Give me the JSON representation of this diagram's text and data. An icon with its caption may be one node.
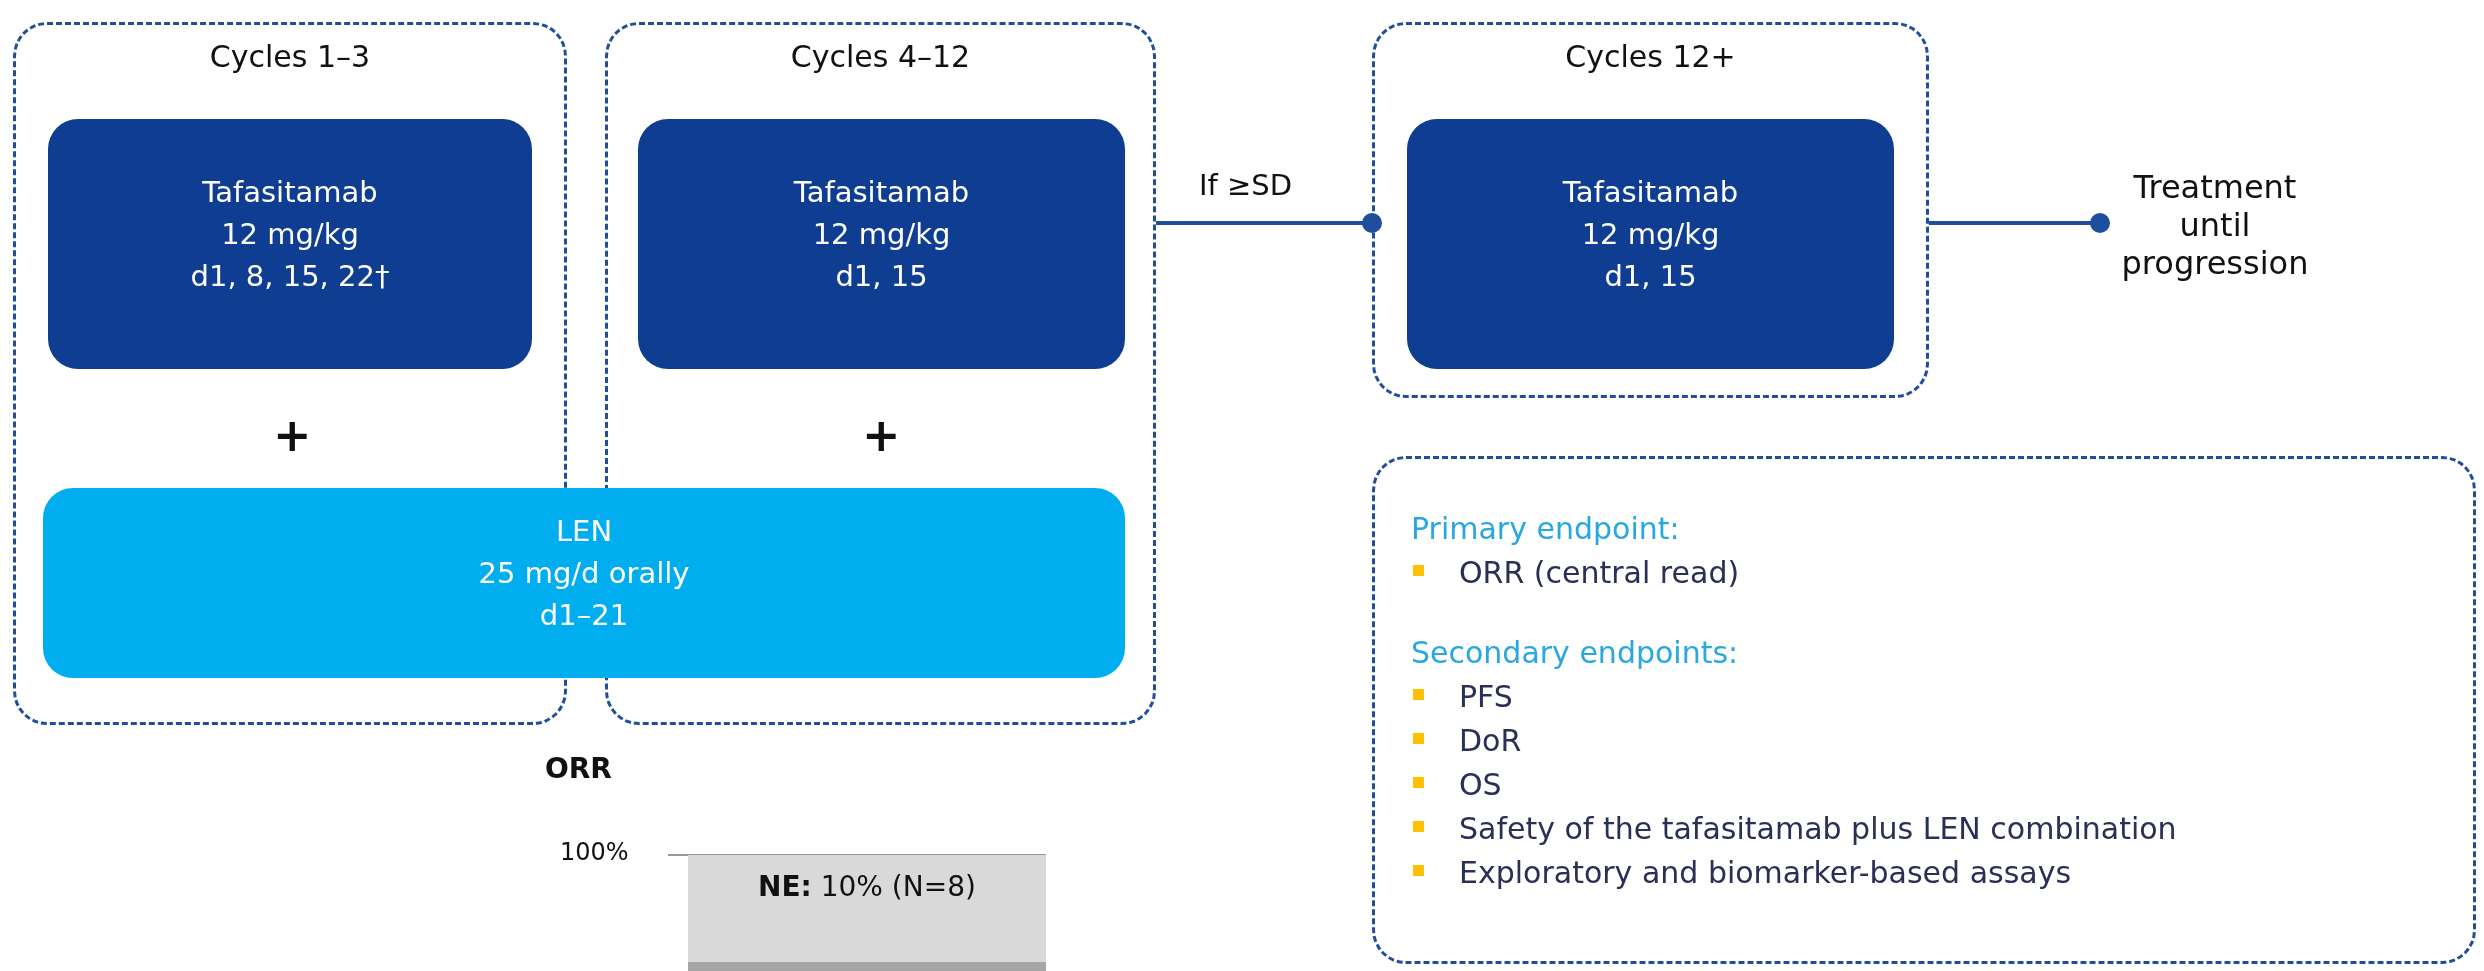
{
  "diagram": {
    "nodes": [
      {
        "text": [
          "Cycles 1–3"
        ]
      },
      {
        "text": [
          "Tafasitamab",
          "12 mg/kg",
          "d1, 8, 15, 22†"
        ],
        "in": 0
      },
      {
        "text": [
          "Cycles 4–12"
        ]
      },
      {
        "text": [
          "Tafasitamab",
          "12 mg/kg",
          "d1, 15"
        ],
        "in": 2
      },
      {
        "text": [
          "LEN",
          "25 mg/d orally",
          "d1–21"
        ]
      },
      {
        "text": [
          "Cycles 12+"
        ]
      },
      {
        "text": [
          "Tafasitamab",
          "12 mg/kg",
          "d1, 15"
        ],
        "in": 5
      },
      {
        "text": [
          "Treatment until progression"
        ]
      },
      {
        "text": [
          "Primary endpoint:",
          "ORR (central read)",
          "Secondary endpoints:",
          "PFS",
          "DoR",
          "OS",
          "Safety of the tafasitamab plus LEN combination",
          "Exploratory and biomarker-based assays"
        ]
      }
    ],
    "edges": [
      {
        "from": 2,
        "to": 5,
        "arrow": "other",
        "label": "If ≥SD"
      },
      {
        "from": 5,
        "to": 7,
        "arrow": "other"
      }
    ],
    "labels": [
      "+",
      "+",
      "ORR",
      "100%",
      "**NE:** 10% (N=8)"
    ]
  }
}
